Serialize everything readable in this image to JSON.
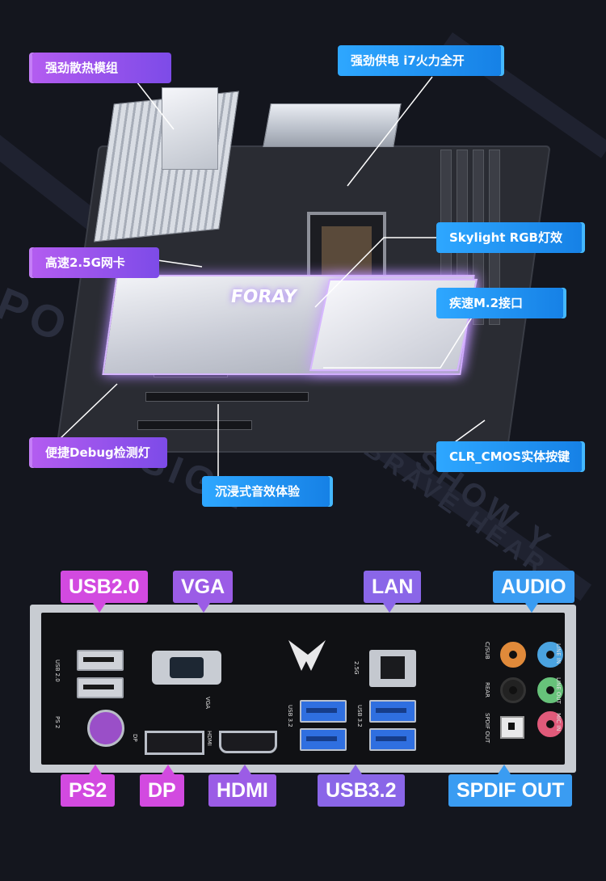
{
  "callouts": {
    "cooling": "强劲散热模组",
    "power": "强劲供电 i7火力全开",
    "lan": "高速2.5G网卡",
    "rgb": "Skylight RGB灯效",
    "m2": "疾速M.2接口",
    "debug": "便捷Debug检测灯",
    "clr_cmos": "CLR_CMOS实体按键",
    "audio_fx": "沉浸式音效体验"
  },
  "board_logo": "FORAY",
  "watermarks": {
    "power": "POWER",
    "design": "DESIGN",
    "show": "SHOW Y",
    "brave": "BRAVE HEAR"
  },
  "io_tags": {
    "usb2": "USB2.0",
    "vga": "VGA",
    "lan": "LAN",
    "audio": "AUDIO",
    "ps2": "PS2",
    "dp": "DP",
    "hdmi": "HDMI",
    "usb32": "USB3.2",
    "spdif": "SPDIF OUT"
  },
  "io_port_labels": {
    "usb20": "USB 2.0",
    "ps2": "PS 2",
    "vga": "VGA",
    "dp": "DP",
    "hdmi": "HDMI",
    "usb32_a": "USB 3.2",
    "usb32_b": "USB 3.2",
    "lan": "2.5G",
    "csub": "C/SUB",
    "rear": "REAR",
    "spdif": "SPDIF OUT",
    "line_in": "LINE IN",
    "line_out": "LINE OUT",
    "mic_in": "MIC IN"
  },
  "colors": {
    "purple": "#9b5ce6",
    "pink": "#d24ae0",
    "blue": "#3a9cf2",
    "usb3": "#2f6fe0",
    "ps2": "#9a4fc8",
    "jack_orange": "#e08a3a",
    "jack_blue": "#4aa3e0",
    "jack_green": "#67c27a",
    "jack_pink": "#e05a7a"
  }
}
